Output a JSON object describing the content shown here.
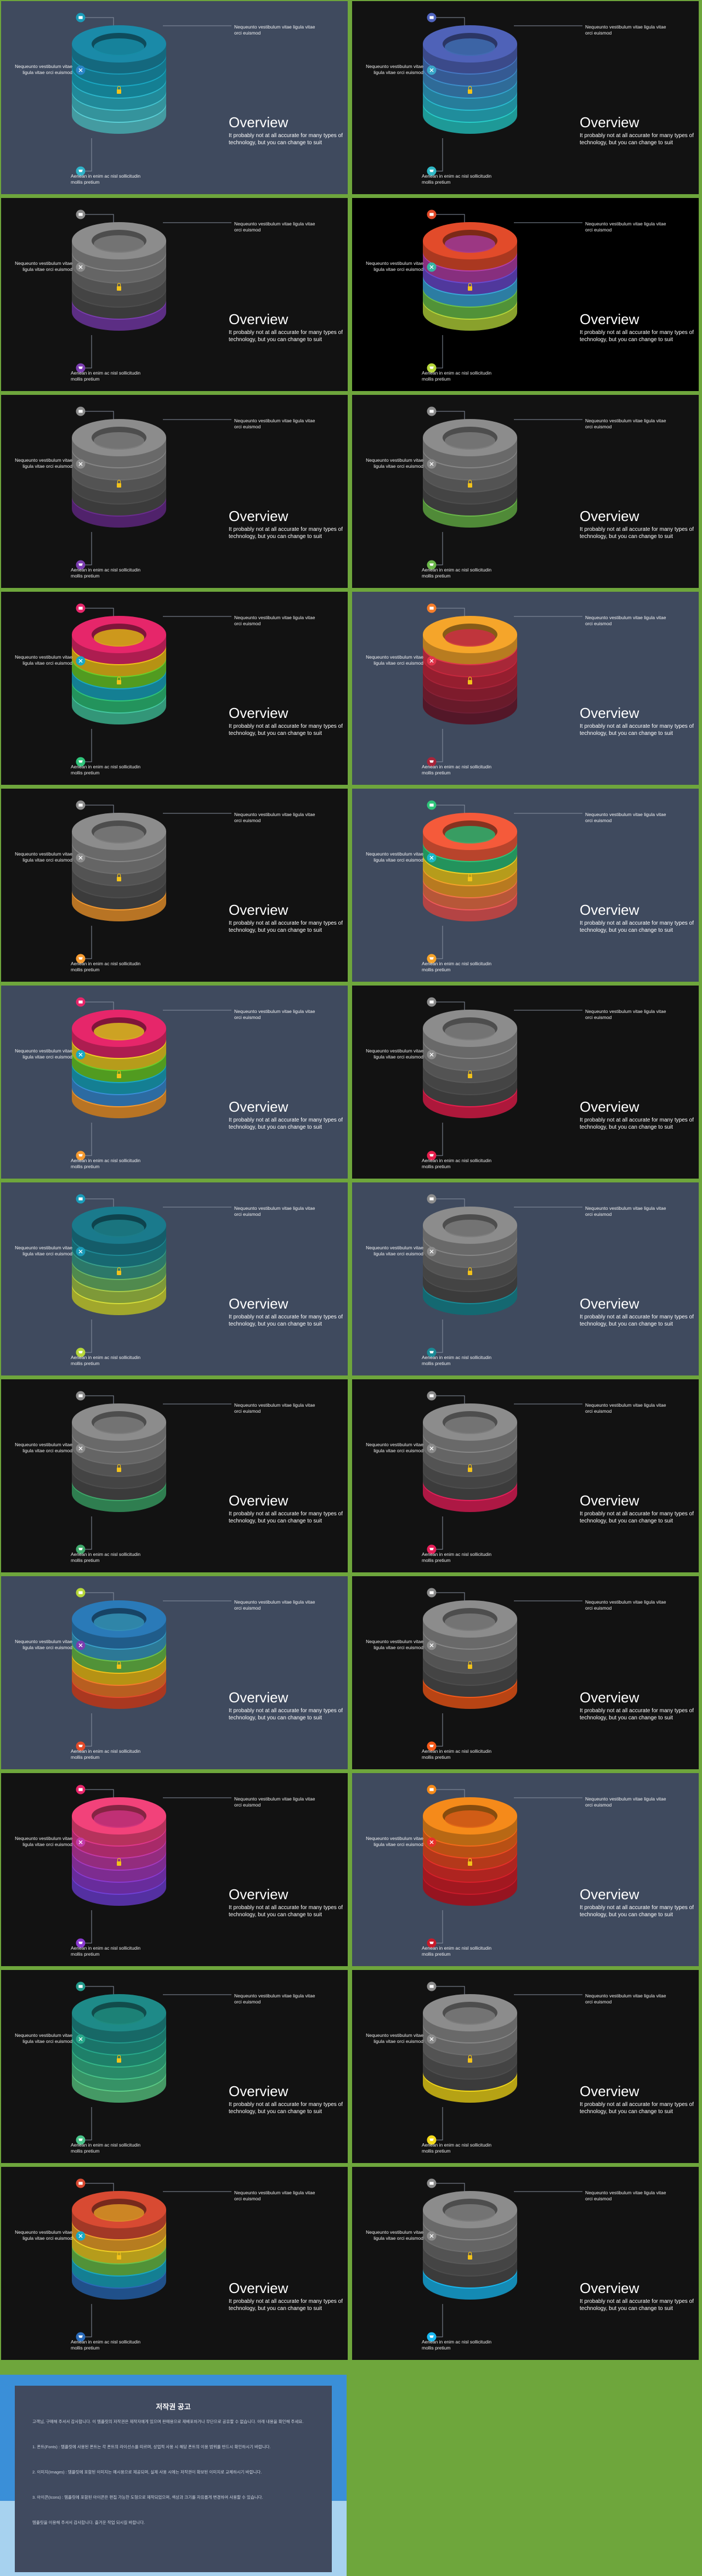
{
  "slides_common": {
    "title": "Overview",
    "body": "It probably not at all accurate for many types of technology, but you can change to suit",
    "label_top": "Nequeunto vestibulum vitae ligula vitae orci euismod",
    "label_left": "Nequeunto vestibulum vitae ligula vitae orci euismod",
    "label_bottom": "Aenean in enim ac nisl sollicitudin mollis pretium"
  },
  "slides": [
    {
      "bg": "#3f4a5e",
      "rings": [
        "#1a8aa8",
        "#1a9bb8",
        "#1aa9c4",
        "#2cb7cc",
        "#45c4d0",
        "#5bcfd6"
      ],
      "icons": [
        "#1a9bb8",
        "#2a86c8",
        "#2fb1c7"
      ]
    },
    {
      "bg": "#121212",
      "rings": [
        "#4f62b8",
        "#4678c4",
        "#3e8ecb",
        "#33a6cf",
        "#2abcd0",
        "#28ccc9"
      ],
      "icons": [
        "#5064be",
        "#3aa7c9",
        "#2fb7c4"
      ]
    },
    {
      "bg": "#121212",
      "rings": [
        "#8c8c8c",
        "#878787",
        "#6e6e6e",
        "#5a5a5a",
        "#4e4e4e",
        "#7b3db0"
      ],
      "icons": [
        "#8c8c8c",
        "#8c8c8c",
        "#7b3db0"
      ]
    },
    {
      "bg": "#000000",
      "rings": [
        "#e24b2a",
        "#b43fa8",
        "#6a4ad0",
        "#3aa7d9",
        "#6cc24a",
        "#b6d63a"
      ],
      "icons": [
        "#e24b2a",
        "#37b5a4",
        "#b6d63a"
      ]
    },
    {
      "bg": "#121212",
      "rings": [
        "#8c8c8c",
        "#878787",
        "#6e6e6e",
        "#5a5a5a",
        "#4e4e4e",
        "#6b2d8f"
      ],
      "icons": [
        "#8c8c8c",
        "#8c8c8c",
        "#7b3db0"
      ]
    },
    {
      "bg": "#121212",
      "rings": [
        "#8c8c8c",
        "#878787",
        "#6e6e6e",
        "#5a5a5a",
        "#4e4e4e",
        "#6bb84a"
      ],
      "icons": [
        "#8c8c8c",
        "#8c8c8c",
        "#6bb84a"
      ]
    },
    {
      "bg": "#121212",
      "rings": [
        "#e6266a",
        "#f2c21a",
        "#6ccf2a",
        "#1aa9c4",
        "#2fc47a",
        "#44c8a0"
      ],
      "icons": [
        "#e6266a",
        "#1aa9c4",
        "#2fc47a"
      ]
    },
    {
      "bg": "#3f4a5e",
      "rings": [
        "#f5a52a",
        "#e0344a",
        "#c7283e",
        "#a8243a",
        "#8a2238",
        "#6e1f35"
      ],
      "icons": [
        "#f57d2a",
        "#e0344a",
        "#a8243a"
      ]
    },
    {
      "bg": "#121212",
      "rings": [
        "#8c8c8c",
        "#878787",
        "#6e6e6e",
        "#5a5a5a",
        "#4e4e4e",
        "#f59a30"
      ],
      "icons": [
        "#8c8c8c",
        "#8c8c8c",
        "#f59a30"
      ]
    },
    {
      "bg": "#3f4a5e",
      "rings": [
        "#f55a3a",
        "#2fc47a",
        "#f2d024",
        "#f5a32a",
        "#f4744a",
        "#f05a5a"
      ],
      "icons": [
        "#2fc47a",
        "#1ab8c8",
        "#f5a32a"
      ]
    },
    {
      "bg": "#3f4a5e",
      "rings": [
        "#e6266a",
        "#f2d024",
        "#6ccf2a",
        "#1aa9c4",
        "#3a8fd8",
        "#f59a30"
      ],
      "icons": [
        "#e6266a",
        "#1aa9c4",
        "#f59a30"
      ]
    },
    {
      "bg": "#121212",
      "rings": [
        "#8c8c8c",
        "#878787",
        "#6e6e6e",
        "#5a5a5a",
        "#4e4e4e",
        "#e6204e"
      ],
      "icons": [
        "#8c8c8c",
        "#8c8c8c",
        "#e6204e"
      ]
    },
    {
      "bg": "#3f4a5e",
      "rings": [
        "#1a7a8c",
        "#1f8a96",
        "#3aa08c",
        "#6ab868",
        "#a8cc4a",
        "#d6de3a"
      ],
      "icons": [
        "#1a9bb8",
        "#1a9bb8",
        "#b6d63a"
      ]
    },
    {
      "bg": "#3f4a5e",
      "rings": [
        "#8c8c8c",
        "#878787",
        "#6e6e6e",
        "#5a5a5a",
        "#4e4e4e",
        "#1a8a96"
      ],
      "icons": [
        "#8c8c8c",
        "#8c8c8c",
        "#1a8a96"
      ]
    },
    {
      "bg": "#121212",
      "rings": [
        "#8c8c8c",
        "#878787",
        "#6e6e6e",
        "#5a5a5a",
        "#4e4e4e",
        "#3fa86a"
      ],
      "icons": [
        "#8c8c8c",
        "#8c8c8c",
        "#3fa86a"
      ]
    },
    {
      "bg": "#121212",
      "rings": [
        "#8c8c8c",
        "#878787",
        "#6e6e6e",
        "#5a5a5a",
        "#4e4e4e",
        "#e6205a"
      ],
      "icons": [
        "#8c8c8c",
        "#8c8c8c",
        "#e6205a"
      ]
    },
    {
      "bg": "#3f4a5e",
      "rings": [
        "#2a7ab8",
        "#3aa0c8",
        "#6cc24a",
        "#f2c21a",
        "#f57d2a",
        "#e24b2a"
      ],
      "icons": [
        "#b6d63a",
        "#7b3db0",
        "#e24b2a"
      ]
    },
    {
      "bg": "#121212",
      "rings": [
        "#8c8c8c",
        "#878787",
        "#6e6e6e",
        "#5a5a5a",
        "#4e4e4e",
        "#f55a1a"
      ],
      "icons": [
        "#8c8c8c",
        "#8c8c8c",
        "#f55a1a"
      ]
    },
    {
      "bg": "#121212",
      "rings": [
        "#f2427a",
        "#e0388c",
        "#c43aa8",
        "#a63ac0",
        "#8a3ad0",
        "#7040d6"
      ],
      "icons": [
        "#e6266a",
        "#c43aa8",
        "#8a3ad0"
      ]
    },
    {
      "bg": "#3f4a5e",
      "rings": [
        "#f58a1a",
        "#f56a1a",
        "#f04a22",
        "#e8302a",
        "#d8202a",
        "#c81a2a"
      ],
      "icons": [
        "#f58a1a",
        "#e8302a",
        "#c81a2a"
      ]
    },
    {
      "bg": "#121212",
      "rings": [
        "#1e8a88",
        "#229a8c",
        "#28aa8c",
        "#36b88a",
        "#48c288",
        "#5ccc86"
      ],
      "icons": [
        "#229a8c",
        "#28aa8c",
        "#48c288"
      ]
    },
    {
      "bg": "#121212",
      "rings": [
        "#8c8c8c",
        "#878787",
        "#6e6e6e",
        "#5a5a5a",
        "#4e4e4e",
        "#f2d81a"
      ],
      "icons": [
        "#8c8c8c",
        "#8c8c8c",
        "#f2d81a"
      ]
    },
    {
      "bg": "#121212",
      "rings": [
        "#d84a32",
        "#f2a52a",
        "#f2d024",
        "#6cc24a",
        "#1aa9c4",
        "#2a6ab8"
      ],
      "icons": [
        "#d84a32",
        "#1aa9c4",
        "#2a6ab8"
      ]
    },
    {
      "bg": "#121212",
      "rings": [
        "#8c8c8c",
        "#878787",
        "#6e6e6e",
        "#5a5a5a",
        "#4e4e4e",
        "#1ab8f0"
      ],
      "icons": [
        "#8c8c8c",
        "#8c8c8c",
        "#1ab8f0"
      ]
    }
  ],
  "notice": {
    "title": "저작권 공고",
    "paragraphs": [
      "고객님, 구매해 주셔서 감사합니다. 이 템플릿의 저작권은 제작자에게 있으며 판매용으로 재배포하거나 무단으로 공유할 수 없습니다. 아래 내용을 확인해 주세요.",
      "1. 폰트(Fonts) : 템플릿에 사용된 폰트는 각 폰트의 라이선스를 따르며, 상업적 사용 시 해당 폰트의 이용 범위를 반드시 확인하시기 바랍니다.",
      "2. 이미지(Images) : 템플릿에 포함된 이미지는 예시용으로 제공되며, 실제 사용 시에는 저작권이 확보된 이미지로 교체하시기 바랍니다.",
      "3. 아이콘(Icons) : 템플릿에 포함된 아이콘은 편집 가능한 도형으로 제작되었으며, 색상과 크기를 자유롭게 변경하여 사용할 수 있습니다.",
      "템플릿을 이용해 주셔서 감사합니다. 즐거운 작업 되시길 바랍니다."
    ]
  }
}
